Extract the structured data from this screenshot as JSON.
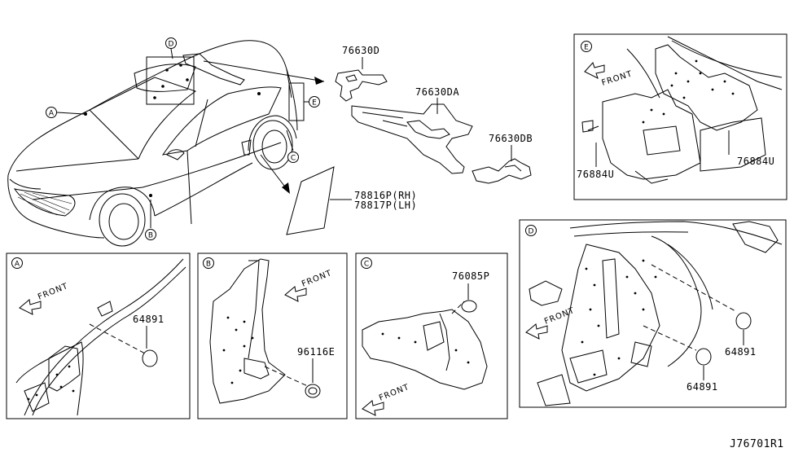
{
  "diagram_id": "J76701R1",
  "parts": {
    "p76630D": "76630D",
    "p76630DA": "76630DA",
    "p76630DB": "76630DB",
    "p78816P": "78816P(RH)",
    "p78817P": "78817P(LH)",
    "p76884U_left": "76884U",
    "p76884U_right": "76884U",
    "p64891_A": "64891",
    "p96116E": "96116E",
    "p76085P": "76085P",
    "p64891_D1": "64891",
    "p64891_D2": "64891"
  },
  "callouts": {
    "A": "A",
    "B": "B",
    "C": "C",
    "D": "D",
    "E": "E"
  },
  "front_label": "FRONT",
  "panels": [
    {
      "id": "A",
      "callout": "A",
      "parts": [
        "64891"
      ]
    },
    {
      "id": "B",
      "callout": "B",
      "parts": [
        "96116E"
      ]
    },
    {
      "id": "C",
      "callout": "C",
      "parts": [
        "76085P"
      ]
    },
    {
      "id": "D",
      "callout": "D",
      "parts": [
        "64891",
        "64891"
      ]
    },
    {
      "id": "E",
      "callout": "E",
      "parts": [
        "76884U",
        "76884U"
      ]
    }
  ]
}
